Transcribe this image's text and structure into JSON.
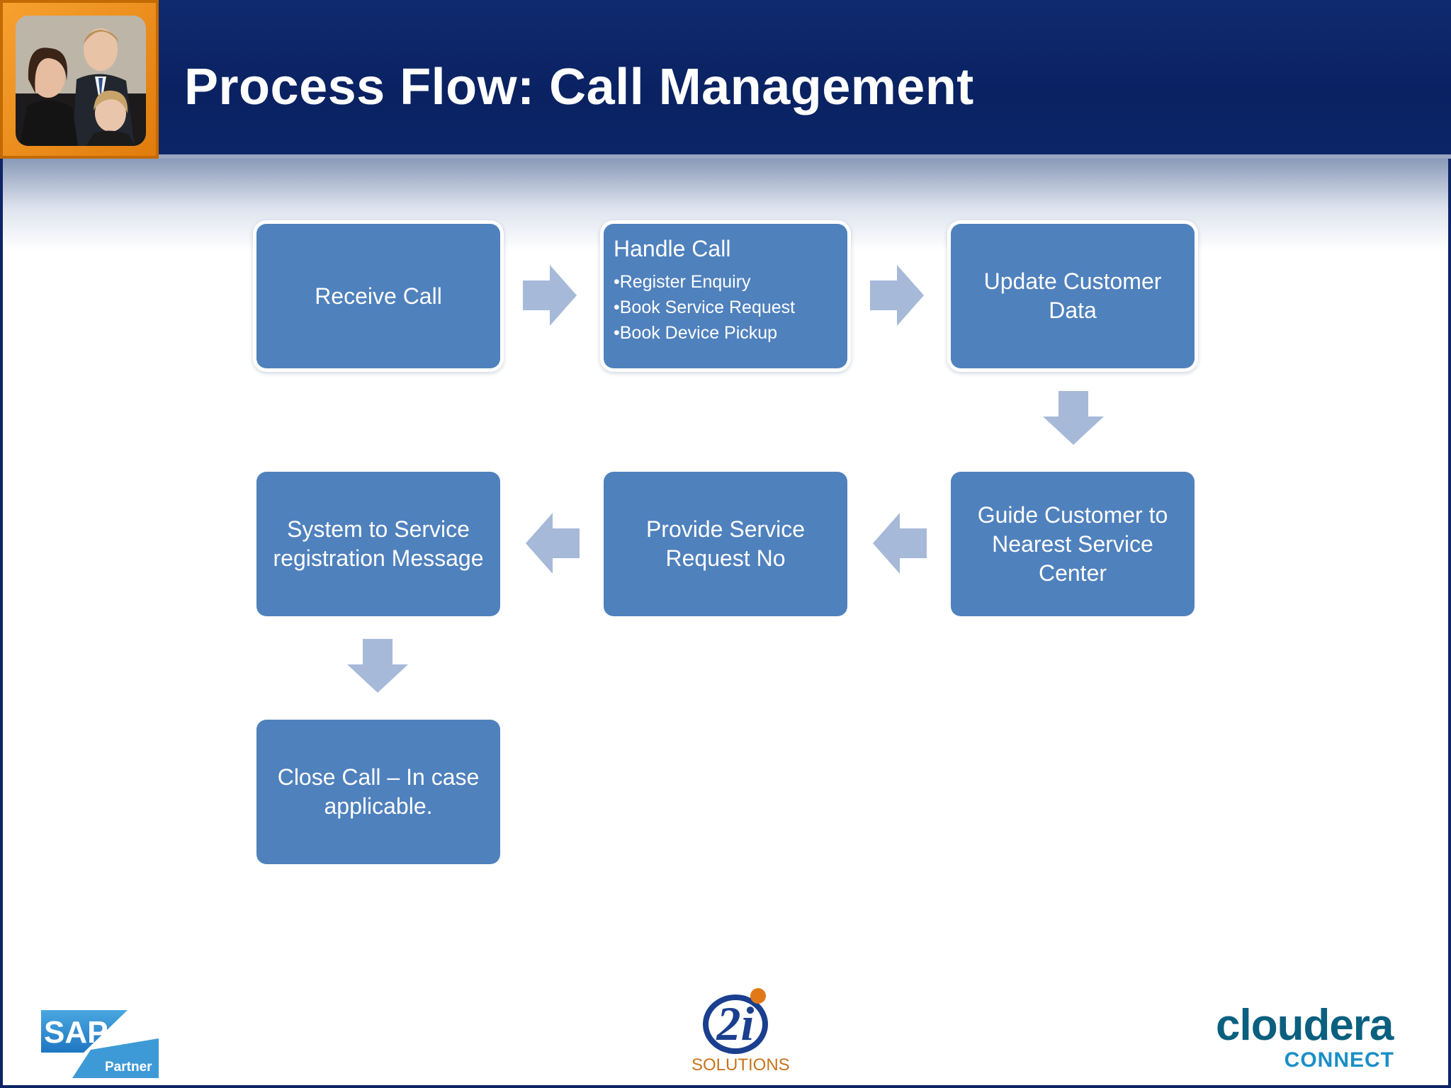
{
  "slide": {
    "title": "Process Flow: Call Management"
  },
  "flow": {
    "receive_call": "Receive Call",
    "handle_call": {
      "title": "Handle Call",
      "items": [
        "•Register Enquiry",
        "•Book Service Request",
        "•Book Device Pickup"
      ]
    },
    "update_customer_data": "Update Customer Data",
    "guide_customer": "Guide Customer to Nearest Service Center",
    "provide_request_no": "Provide Service Request No",
    "system_message": "System to Service registration Message",
    "close_call": "Close Call – In case applicable."
  },
  "logos": {
    "sap": {
      "main": "SAP",
      "sub": "Partner"
    },
    "twoi": {
      "main": "2i",
      "sub": "SOLUTIONS"
    },
    "cloudera": {
      "main": "cloudera",
      "sub": "CONNECT"
    }
  },
  "colors": {
    "header": "#0a2262",
    "box": "#4f81bd",
    "arrow": "#a7b9d9",
    "photo_frame": "#f39a26"
  }
}
